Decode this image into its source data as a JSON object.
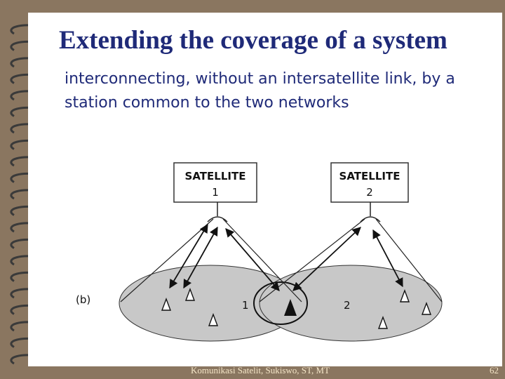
{
  "slide": {
    "title": "Extending the coverage of a system",
    "body": "interconnecting, without an intersatellite link, by a station common to the two networks",
    "footer": "Komunikasi Satelit, Sukiswo, ST, MT",
    "page_number": "62"
  },
  "diagram": {
    "figure_label": "(b)",
    "satellites": [
      {
        "name": "SATELLITE",
        "number": "1"
      },
      {
        "name": "SATELLITE",
        "number": "2"
      }
    ],
    "zones": [
      {
        "number": "1"
      },
      {
        "number": "2"
      }
    ]
  },
  "colors": {
    "title_text": "#1f2a78",
    "background": "#8a7660",
    "zone_fill": "#c8c8c8"
  }
}
